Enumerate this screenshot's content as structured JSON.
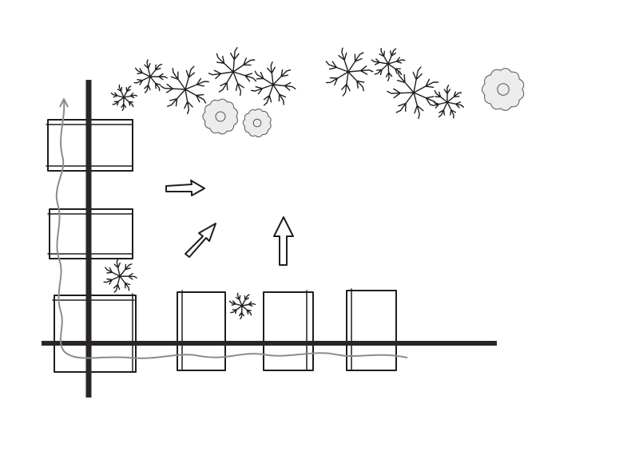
{
  "colors": {
    "paper": "#ffffff",
    "ink": "#1e1e1e",
    "heavy_line": "#2a2626",
    "block_fill": "#d9d9d9",
    "path_line": "#8c8c8c",
    "tree_fill": "#ececec"
  },
  "icons": {
    "block": "building-block",
    "arrow": "hollow-arrow",
    "tree_branch": "bare-tree-plan-symbol",
    "tree_canopy": "leafy-tree-plan-symbol"
  }
}
